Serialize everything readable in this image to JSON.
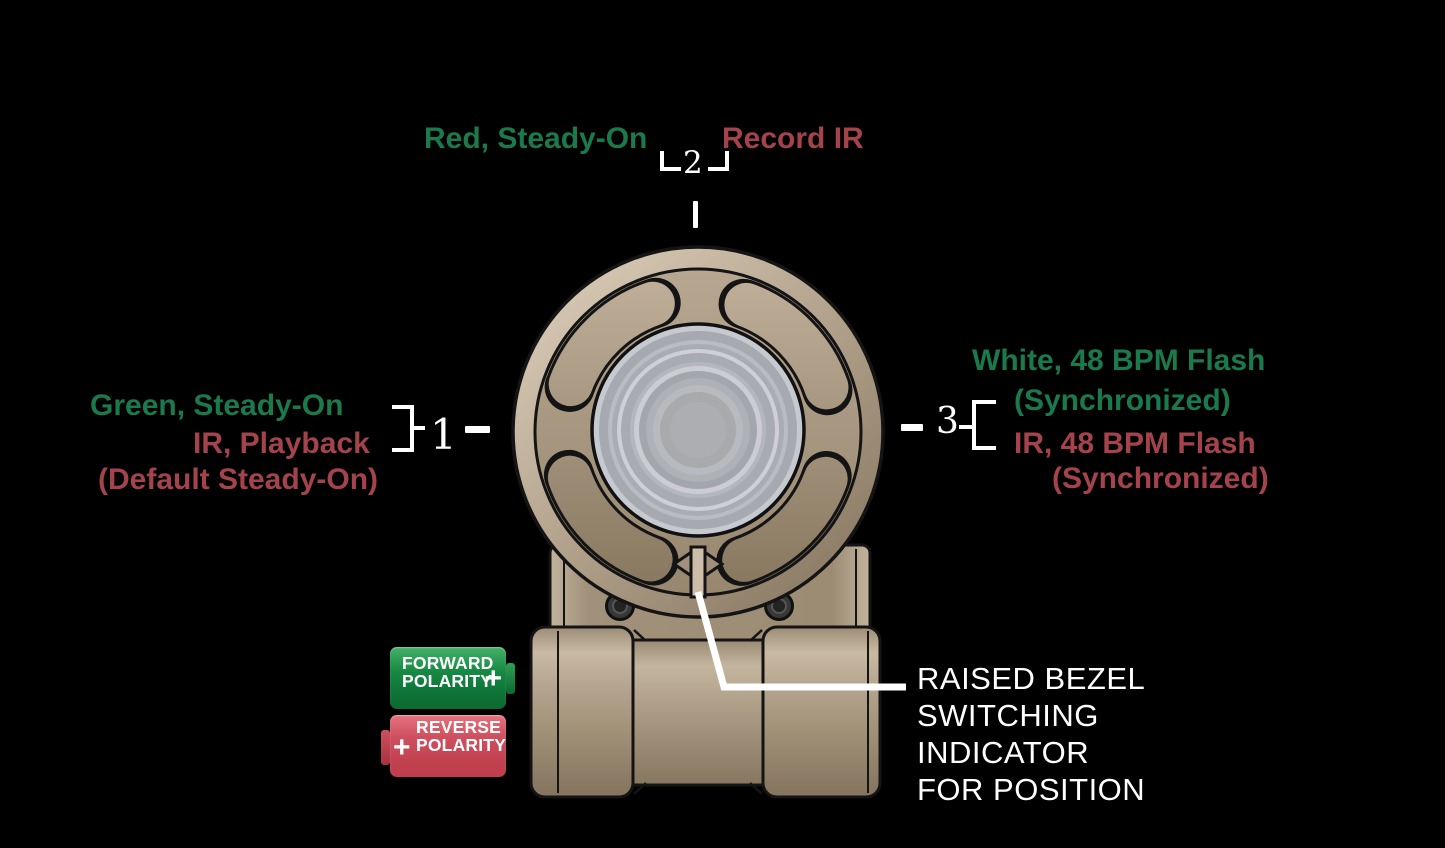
{
  "diagram": {
    "title_context": "beacon switch position diagram",
    "position_1": {
      "number": "1",
      "green_line": "Green, Steady-On",
      "red_line_1": "IR, Playback",
      "red_line_2": "(Default Steady-On)"
    },
    "position_2": {
      "number": "2",
      "green_line": "Red, Steady-On",
      "red_line": "Record IR"
    },
    "position_3": {
      "number": "3",
      "green_line_1": "White, 48 BPM Flash",
      "green_line_2": "(Synchronized)",
      "red_line_1": "IR, 48 BPM Flash",
      "red_line_2": "(Synchronized)"
    },
    "bezel_callout": {
      "line1": "RAISED BEZEL",
      "line2": "SWITCHING",
      "line3": "INDICATOR",
      "line4": "FOR POSITION"
    },
    "batteries": {
      "forward": {
        "word1": "FORWARD",
        "word2": "POLARITY",
        "plus": "+"
      },
      "reverse": {
        "word1": "REVERSE",
        "word2": "POLARITY",
        "plus": "+"
      }
    },
    "colors": {
      "background": "#000000",
      "green_label": "#1a7a4c",
      "red_label": "#a5434d",
      "callout_white": "#ffffff",
      "device_tan": "#ab9b85",
      "device_tan_light": "#c8b9a3",
      "device_tan_dark": "#87775f",
      "outline": "#141414",
      "lens_gray_light": "#ced0d5",
      "lens_gray_mid": "#a6aab0",
      "forward_battery_green": "#128441",
      "reverse_battery_red": "#c64453",
      "screw_gray": "#383838"
    }
  }
}
